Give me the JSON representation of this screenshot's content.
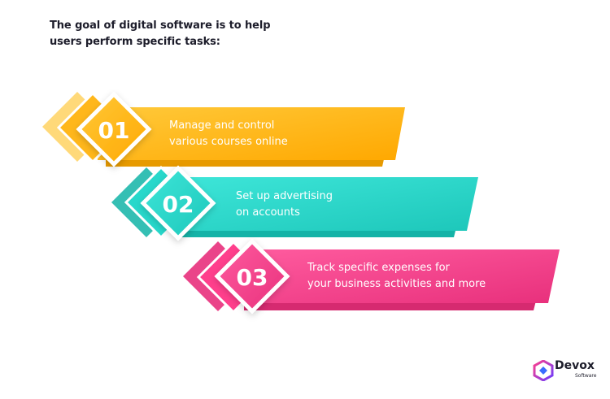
{
  "heading": {
    "line1": "The goal of digital software is to help",
    "line2": "users perform specific tasks:"
  },
  "steps": [
    {
      "number": "01",
      "line1": "Manage and control",
      "line2": "various courses online",
      "color": "#FFB71B"
    },
    {
      "number": "02",
      "line1": "Set up advertising",
      "line2": "on accounts",
      "color": "#27D8CB"
    },
    {
      "number": "03",
      "line1": "Track specific expenses for",
      "line2": "your business activities and more",
      "color": "#FF3F8C"
    }
  ],
  "logo": {
    "name": "Devox",
    "sub": "Software",
    "icon": "devox-logo-icon"
  }
}
